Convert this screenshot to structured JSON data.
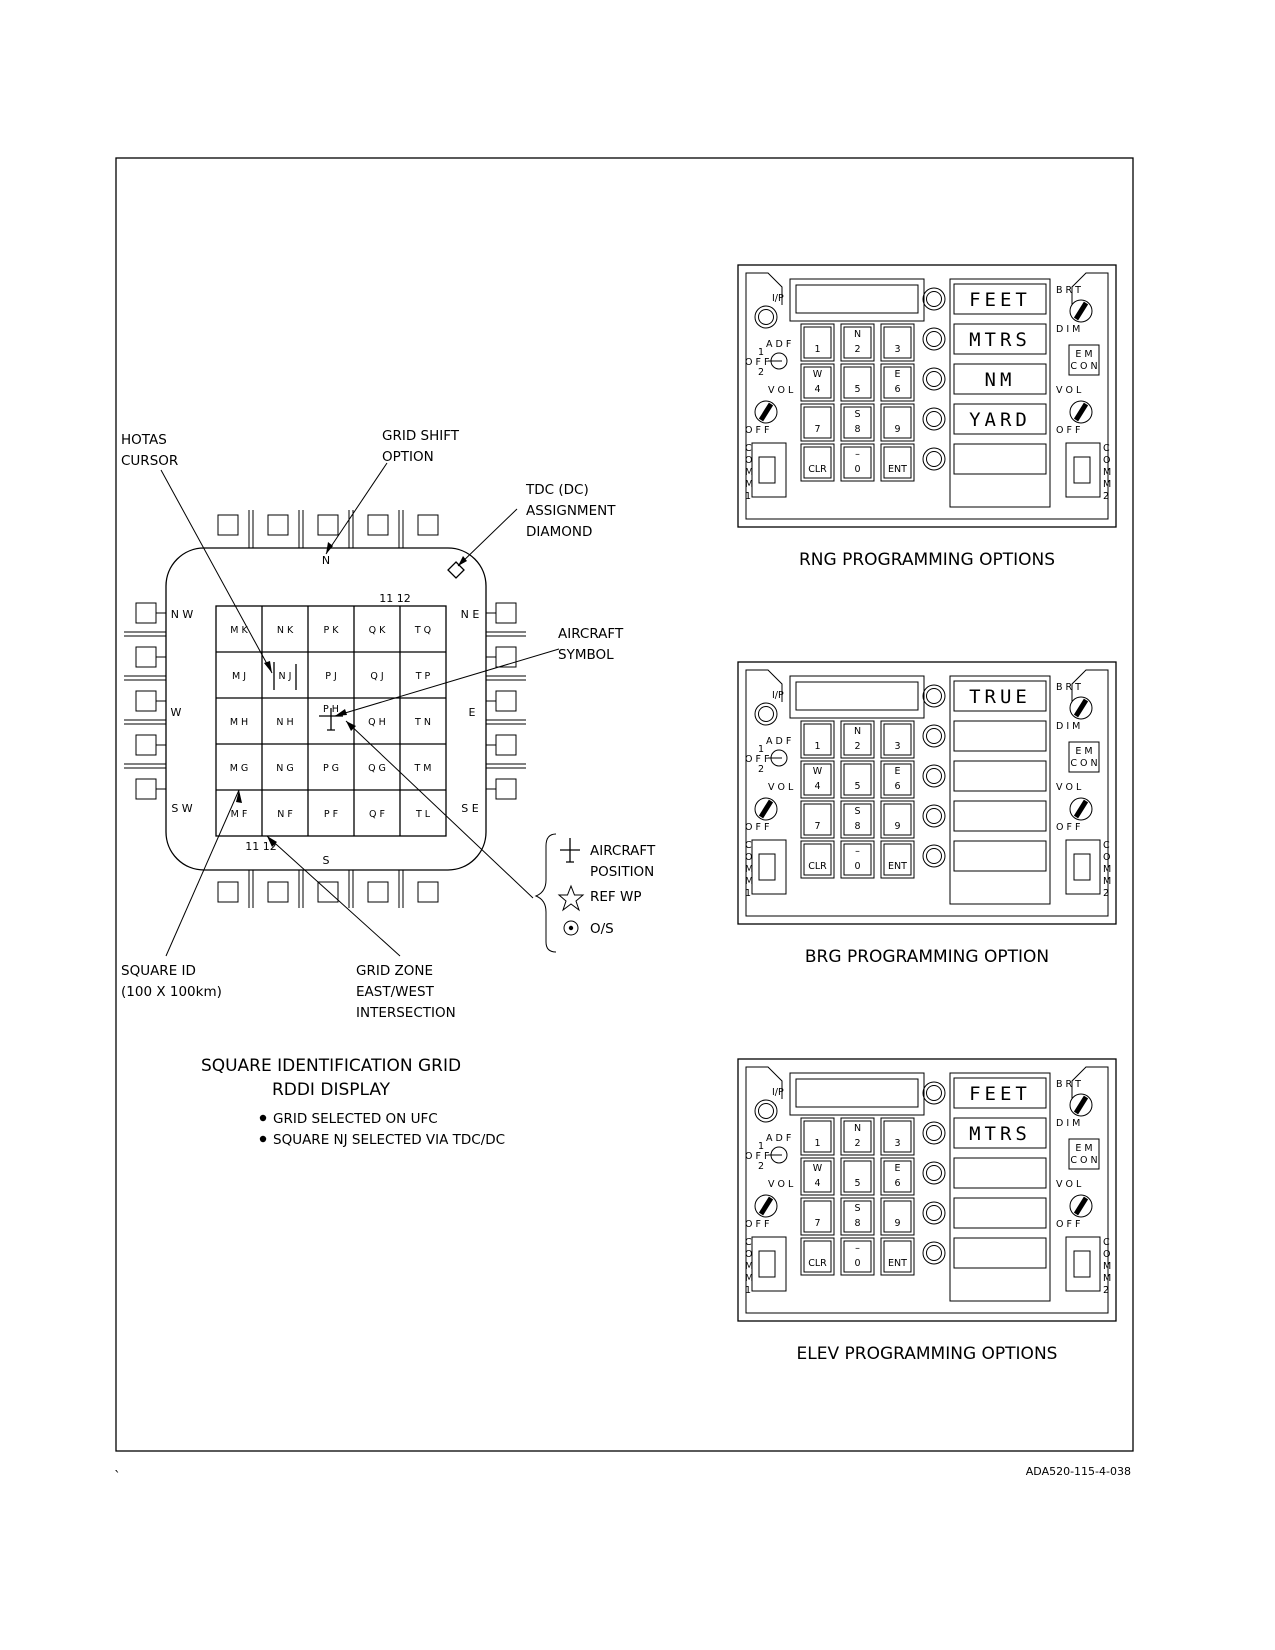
{
  "figure_id": "ADA520-115-4-038",
  "corner_mark": "`",
  "rddi": {
    "title_line1": "SQUARE IDENTIFICATION GRID",
    "title_line2": "RDDI DISPLAY",
    "notes": [
      "GRID SELECTED ON UFC",
      "SQUARE NJ SELECTED VIA TDC/DC"
    ],
    "compass": {
      "n": "N",
      "s": "S",
      "e": "E",
      "w": "W",
      "ne": "N E",
      "nw": "N W",
      "se": "S E",
      "sw": "S W"
    },
    "grid_rows": [
      [
        "M K",
        "N K",
        "P K",
        "Q K",
        "T Q"
      ],
      [
        "M J",
        "N J",
        "P J",
        "Q J",
        "T P"
      ],
      [
        "M H",
        "N H",
        "P H",
        "Q H",
        "T N"
      ],
      [
        "M G",
        "N G",
        "P G",
        "Q G",
        "T M"
      ],
      [
        "M F",
        "N F",
        "P F",
        "Q F",
        "T L"
      ]
    ],
    "zone_top": "11 12",
    "zone_bottom": "11 12",
    "callouts": {
      "hotas_1": "HOTAS",
      "hotas_2": "CURSOR",
      "grid_shift_1": "GRID SHIFT",
      "grid_shift_2": "OPTION",
      "tdc_1": "TDC (DC)",
      "tdc_2": "ASSIGNMENT",
      "tdc_3": "DIAMOND",
      "aircraft_1": "AIRCRAFT",
      "aircraft_2": "SYMBOL",
      "square_id_1": "SQUARE ID",
      "square_id_2": "(100 X 100km)",
      "grid_zone_1": "GRID ZONE",
      "grid_zone_2": "EAST/WEST",
      "grid_zone_3": "INTERSECTION"
    },
    "legend": {
      "aircraft_pos_1": "AIRCRAFT",
      "aircraft_pos_2": "POSITION",
      "ref_wp": "REF WP",
      "os": "O/S"
    }
  },
  "ufc_labels": {
    "ip": "I/P",
    "adf": "A D F",
    "adf_1": "1",
    "adf_2": "2",
    "off": "O F F",
    "vol": "V O L",
    "brt": "B R T",
    "dim": "D I M",
    "em": "E M",
    "con": "C O N",
    "comm1": [
      "C",
      "O",
      "M",
      "M",
      "1"
    ],
    "comm2": [
      "C",
      "O",
      "M",
      "M",
      "2"
    ]
  },
  "keypad": [
    {
      "top": "",
      "bottom": "1"
    },
    {
      "top": "N",
      "bottom": "2"
    },
    {
      "top": "",
      "bottom": "3"
    },
    {
      "top": "W",
      "bottom": "4"
    },
    {
      "top": "",
      "bottom": "5"
    },
    {
      "top": "E",
      "bottom": "6"
    },
    {
      "top": "",
      "bottom": "7"
    },
    {
      "top": "S",
      "bottom": "8"
    },
    {
      "top": "",
      "bottom": "9"
    },
    {
      "top": "",
      "bottom": "CLR"
    },
    {
      "top": "–",
      "bottom": "0"
    },
    {
      "top": "",
      "bottom": "ENT"
    }
  ],
  "ufc_panels": [
    {
      "caption": "RNG PROGRAMMING OPTIONS",
      "options": [
        "FEET",
        "MTRS",
        "NM",
        "YARD",
        ""
      ]
    },
    {
      "caption": "BRG PROGRAMMING OPTION",
      "options": [
        "TRUE",
        "",
        "",
        "",
        ""
      ]
    },
    {
      "caption": "ELEV PROGRAMMING OPTIONS",
      "options": [
        "FEET",
        "MTRS",
        "",
        "",
        ""
      ]
    }
  ]
}
